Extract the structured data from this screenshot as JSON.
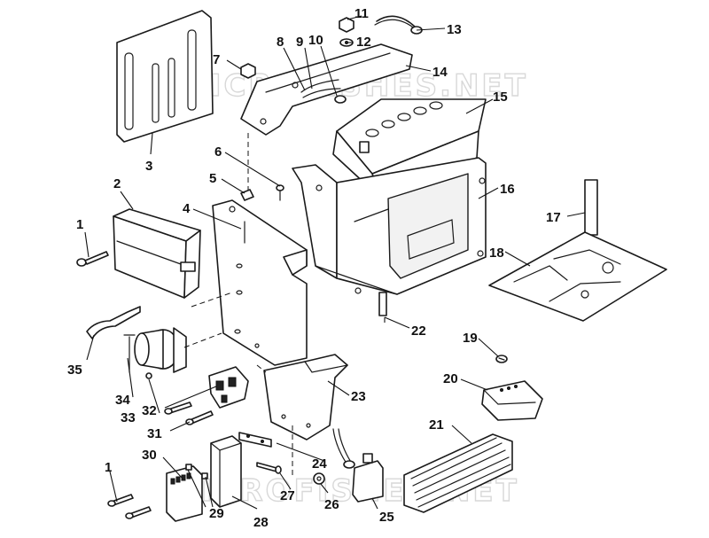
{
  "watermarks": [
    "MICROFISHES.NET",
    "MICROFISHES.NET"
  ],
  "callouts": [
    {
      "id": "c1a",
      "label": "1"
    },
    {
      "id": "c1b",
      "label": "1"
    },
    {
      "id": "c2",
      "label": "2"
    },
    {
      "id": "c3",
      "label": "3"
    },
    {
      "id": "c4",
      "label": "4"
    },
    {
      "id": "c5",
      "label": "5"
    },
    {
      "id": "c6",
      "label": "6"
    },
    {
      "id": "c7",
      "label": "7"
    },
    {
      "id": "c8",
      "label": "8"
    },
    {
      "id": "c9",
      "label": "9"
    },
    {
      "id": "c10",
      "label": "10"
    },
    {
      "id": "c11",
      "label": "11"
    },
    {
      "id": "c12",
      "label": "12"
    },
    {
      "id": "c13",
      "label": "13"
    },
    {
      "id": "c14",
      "label": "14"
    },
    {
      "id": "c15",
      "label": "15"
    },
    {
      "id": "c16",
      "label": "16"
    },
    {
      "id": "c17",
      "label": "17"
    },
    {
      "id": "c18",
      "label": "18"
    },
    {
      "id": "c19",
      "label": "19"
    },
    {
      "id": "c20",
      "label": "20"
    },
    {
      "id": "c21",
      "label": "21"
    },
    {
      "id": "c22",
      "label": "22"
    },
    {
      "id": "c23",
      "label": "23"
    },
    {
      "id": "c24",
      "label": "24"
    },
    {
      "id": "c25",
      "label": "25"
    },
    {
      "id": "c26",
      "label": "26"
    },
    {
      "id": "c27",
      "label": "27"
    },
    {
      "id": "c28",
      "label": "28"
    },
    {
      "id": "c29",
      "label": "29"
    },
    {
      "id": "c30",
      "label": "30"
    },
    {
      "id": "c31",
      "label": "31"
    },
    {
      "id": "c32",
      "label": "32"
    },
    {
      "id": "c33",
      "label": "33"
    },
    {
      "id": "c34",
      "label": "34"
    },
    {
      "id": "c35",
      "label": "35"
    }
  ]
}
